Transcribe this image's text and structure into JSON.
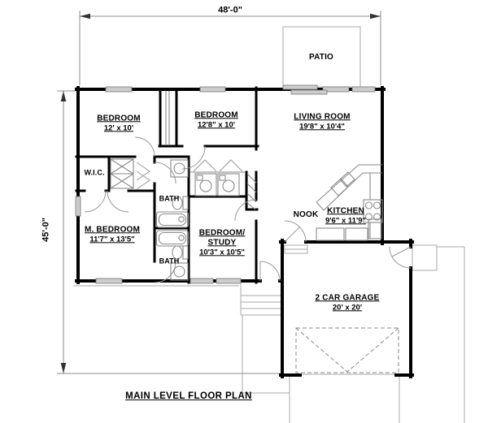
{
  "drawing": {
    "title": "MAIN LEVEL FLOOR PLAN",
    "dim_top": "48'-0\"",
    "dim_left": "45'-0\""
  },
  "palette": {
    "wall_ink": "#000000",
    "thin_line": "#9b9b9b",
    "window_fill": "#cccccc"
  },
  "rooms": {
    "patio": {
      "name": "PATIO"
    },
    "bedroom1": {
      "name": "BEDROOM",
      "size": "12' x 10'"
    },
    "bedroom2": {
      "name": "BEDROOM",
      "size": "12'8\" x 10'"
    },
    "living_room": {
      "name": "LIVING ROOM",
      "size": "19'8\" x 10'4\""
    },
    "wic": {
      "name": "W.I.C."
    },
    "bath_upper": {
      "name": "BATH"
    },
    "master_bedroom": {
      "name": "M. BEDROOM",
      "size": "11'7\" x 13'5\""
    },
    "bath_lower": {
      "name": "BATH"
    },
    "bedroom_study": {
      "name_line1": "BEDROOM/",
      "name_line2": "STUDY",
      "size": "10'3\" x 10'5\""
    },
    "nook": {
      "name": "NOOK"
    },
    "kitchen": {
      "name": "KITCHEN",
      "size": "9'6\" x 11'9\""
    },
    "garage": {
      "name": "2 CAR GARAGE",
      "size": "20' x 20'"
    }
  }
}
